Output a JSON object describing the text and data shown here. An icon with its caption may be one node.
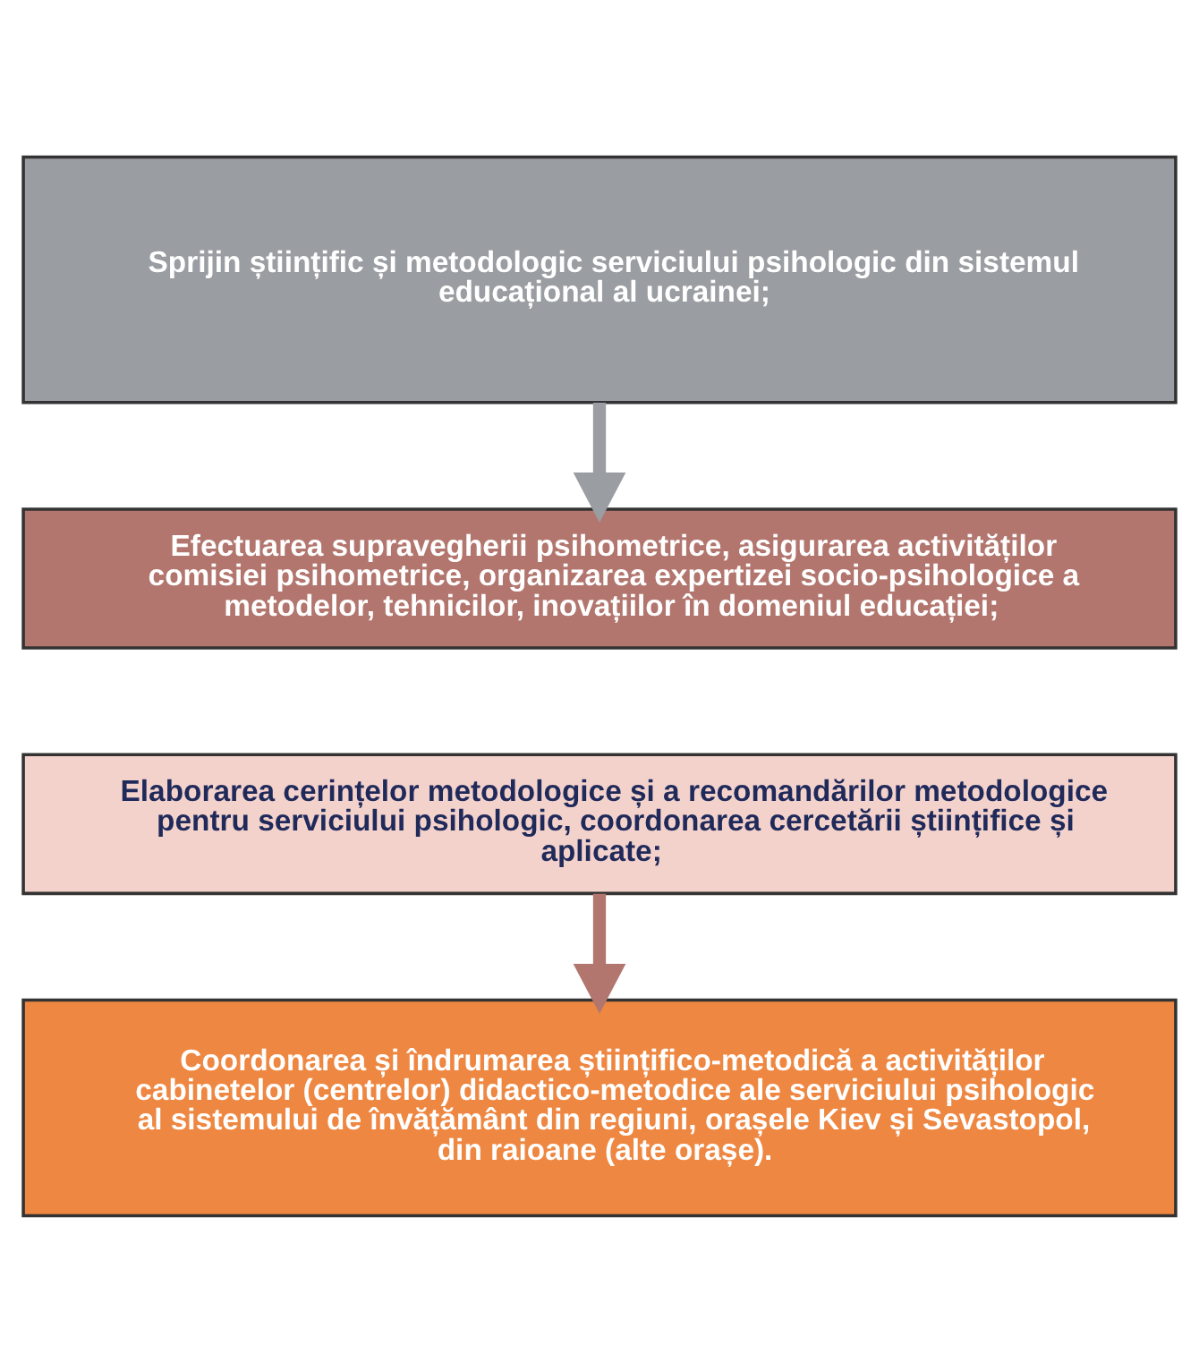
{
  "diagram": {
    "nodes": [
      {
        "text": [
          "Sprijin științific și metodologic serviciului psihologic din sistemul educațional al ucrainei;"
        ]
      },
      {
        "text": [
          "Efectuarea supravegherii psihometrice, asigurarea activităților comisiei psihometrice, organizarea expertizei socio-psihologice a metodelor, tehnicilor, inovațiilor în domeniul educației;"
        ]
      },
      {
        "text": [
          "Elaborarea cerințelor metodologice și a recomandărilor metodologice pentru serviciului psihologic, coordonarea cercetării științifice și aplicate;"
        ]
      },
      {
        "text": [
          "Coordonarea și îndrumarea științifico-metodică a activităților cabinetelor (centrelor) didactico-metodice ale serviciului psihologic al sistemului de învățământ din regiuni, orașele Kiev și Sevastopol, din raioane (alte orașe)."
        ]
      }
    ],
    "edges": [
      {
        "from": 0,
        "to": 1,
        "arrow": "to",
        "color": "#9a9da1"
      },
      {
        "from": 2,
        "to": 3,
        "arrow": "to",
        "color": "#b2766e"
      }
    ]
  }
}
